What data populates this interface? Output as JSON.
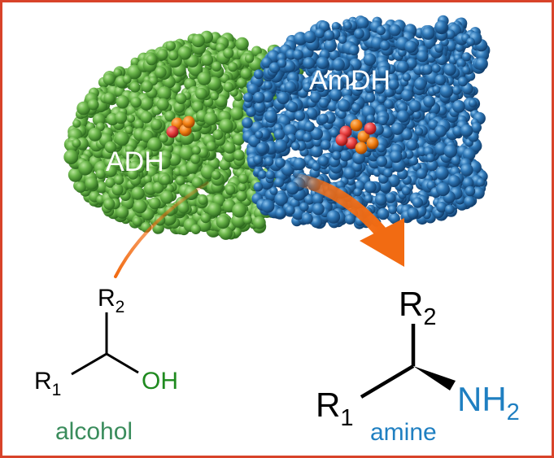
{
  "colors": {
    "border": "#d8432a",
    "adh_protein": "#6bb64a",
    "amdh_protein": "#2f78b7",
    "arrow": "#f26b12",
    "alcohol": "#3a8c5c",
    "amine": "#1f7fc1",
    "hydroxyl": "#1f8a1f",
    "bond": "#000000"
  },
  "proteins": {
    "adh_label": "ADH",
    "amdh_label": "AmDH"
  },
  "alcohol": {
    "r2": "R",
    "r2_sub": "2",
    "r1": "R",
    "r1_sub": "1",
    "oh": "OH",
    "name": "alcohol"
  },
  "amine": {
    "r2": "R",
    "r2_sub": "2",
    "r1": "R",
    "r1_sub": "1",
    "nh": "NH",
    "nh_sub": "2",
    "name": "amine"
  }
}
